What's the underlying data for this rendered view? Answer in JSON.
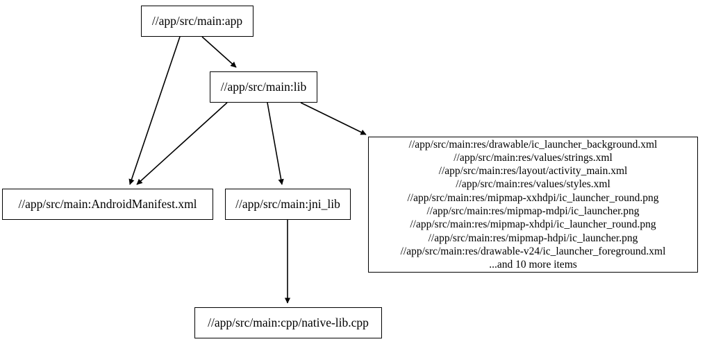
{
  "diagram": {
    "type": "dependency-graph",
    "direction": "top-down",
    "nodes": [
      {
        "id": "app",
        "label": "//app/src/main:app"
      },
      {
        "id": "lib",
        "label": "//app/src/main:lib"
      },
      {
        "id": "manifest",
        "label": "//app/src/main:AndroidManifest.xml"
      },
      {
        "id": "jni",
        "label": "//app/src/main:jni_lib"
      },
      {
        "id": "cpp",
        "label": "//app/src/main:cpp/native-lib.cpp"
      },
      {
        "id": "res",
        "label": "//app/src/main:res/drawable/ic_launcher_background.xml\n//app/src/main:res/values/strings.xml\n//app/src/main:res/layout/activity_main.xml\n//app/src/main:res/values/styles.xml\n//app/src/main:res/mipmap-xxhdpi/ic_launcher_round.png\n//app/src/main:res/mipmap-mdpi/ic_launcher.png\n//app/src/main:res/mipmap-xhdpi/ic_launcher_round.png\n//app/src/main:res/mipmap-hdpi/ic_launcher.png\n//app/src/main:res/drawable-v24/ic_launcher_foreground.xml\n...and 10 more items",
        "lines": [
          "//app/src/main:res/drawable/ic_launcher_background.xml",
          "//app/src/main:res/values/strings.xml",
          "//app/src/main:res/layout/activity_main.xml",
          "//app/src/main:res/values/styles.xml",
          "//app/src/main:res/mipmap-xxhdpi/ic_launcher_round.png",
          "//app/src/main:res/mipmap-mdpi/ic_launcher.png",
          "//app/src/main:res/mipmap-xhdpi/ic_launcher_round.png",
          "//app/src/main:res/mipmap-hdpi/ic_launcher.png",
          "//app/src/main:res/drawable-v24/ic_launcher_foreground.xml",
          "...and 10 more items"
        ]
      }
    ],
    "edges": [
      {
        "from": "app",
        "to": "lib"
      },
      {
        "from": "app",
        "to": "manifest"
      },
      {
        "from": "lib",
        "to": "manifest"
      },
      {
        "from": "lib",
        "to": "jni"
      },
      {
        "from": "lib",
        "to": "res"
      },
      {
        "from": "jni",
        "to": "cpp"
      }
    ],
    "colors": {
      "background": "#ffffff",
      "node_border": "#000000",
      "node_fill": "#ffffff",
      "edge": "#000000",
      "text": "#000000"
    }
  }
}
